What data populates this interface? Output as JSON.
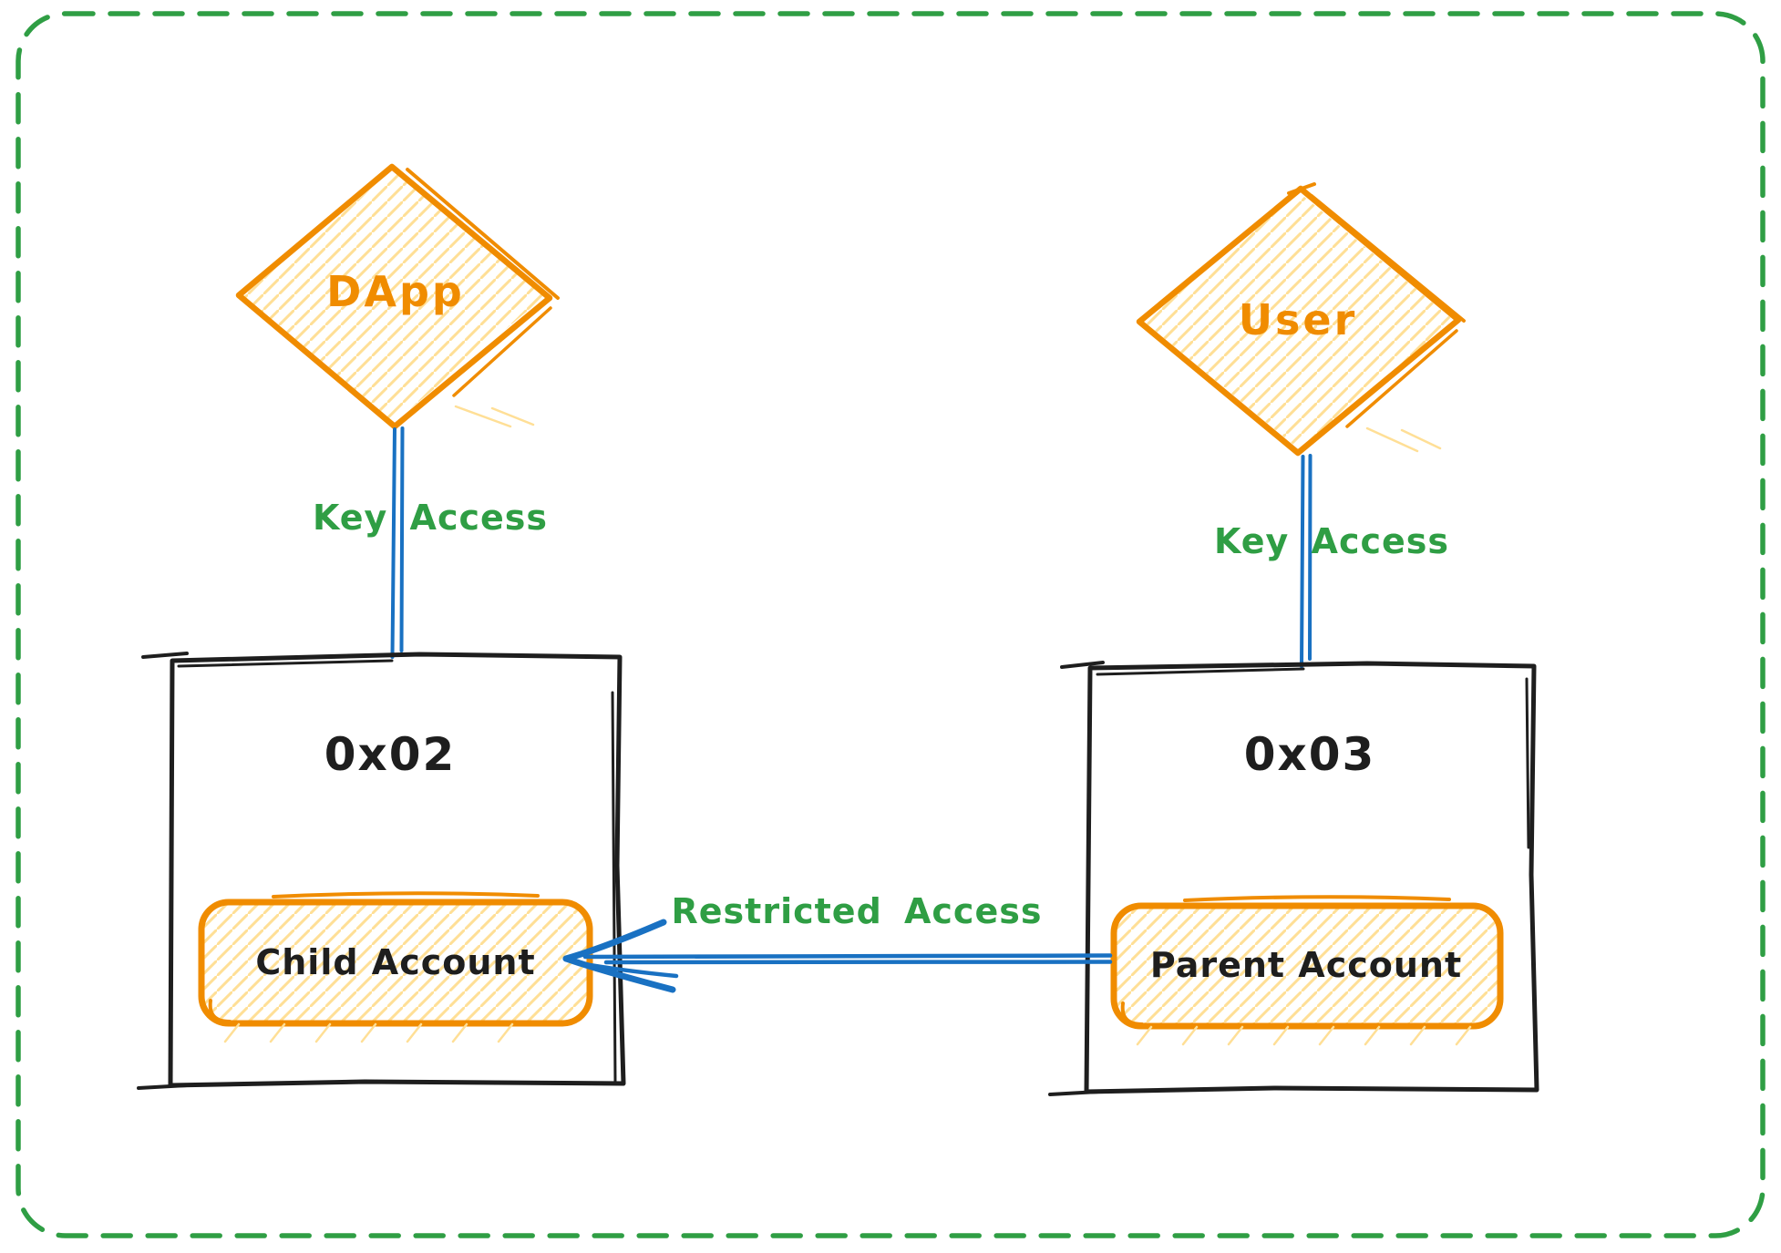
{
  "diagram": {
    "nodes": {
      "dapp": {
        "label": "DApp"
      },
      "user": {
        "label": "User"
      },
      "account_0x02": {
        "label": "0x02"
      },
      "account_0x03": {
        "label": "0x03"
      },
      "child_account": {
        "label": "Child Account"
      },
      "parent_account": {
        "label": "Parent Account"
      }
    },
    "edges": {
      "dapp_key_access": {
        "label": "Key Access"
      },
      "user_key_access": {
        "label": "Key Access"
      },
      "restricted_access": {
        "label": "Restricted Access"
      }
    }
  },
  "theme": {
    "background": "#ffffff",
    "border_green": "#2f9e44",
    "label_green": "#2f9e44",
    "orange_stroke": "#f08c00",
    "orange_fill": "#ffdf96",
    "blue": "#1971c2",
    "ink": "#1e1e1e"
  }
}
